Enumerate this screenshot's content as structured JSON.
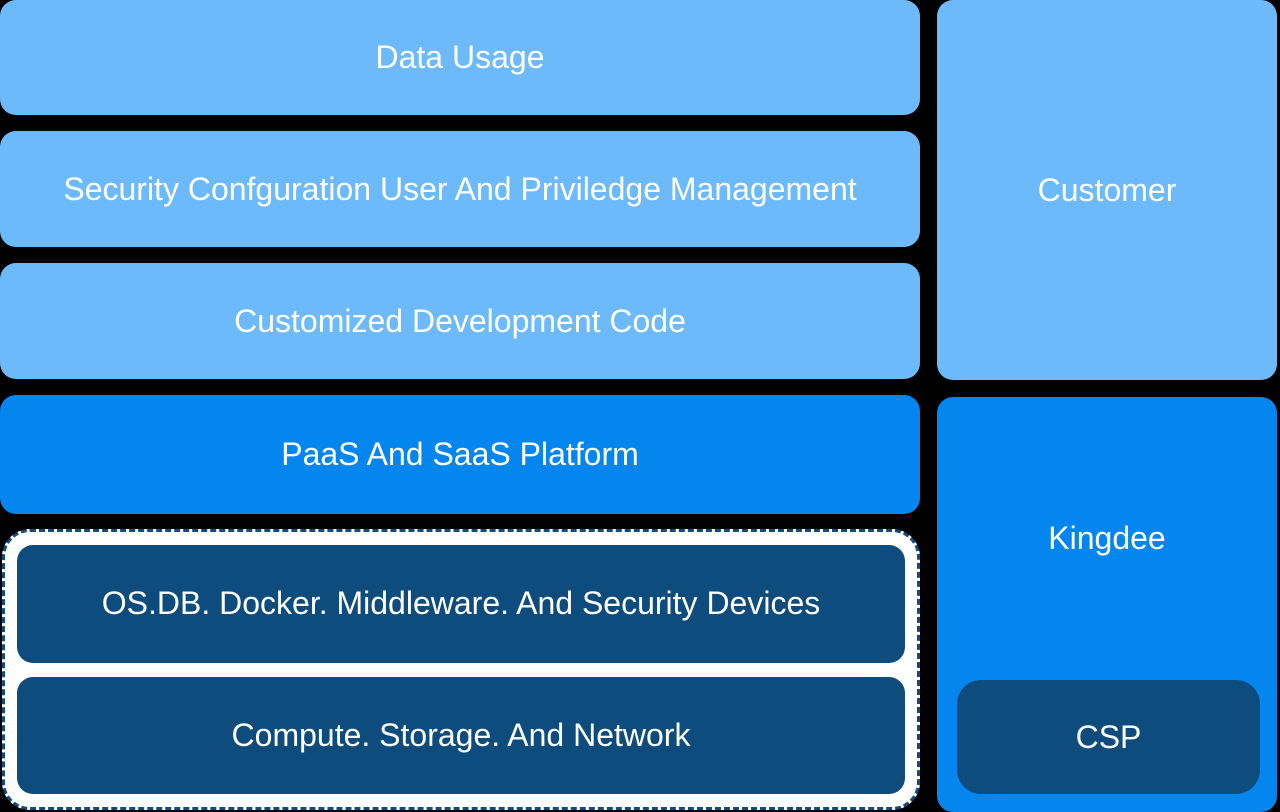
{
  "colors": {
    "background": "#000000",
    "light_blue": "#6CBAFA",
    "medium_blue": "#0585EE",
    "dark_navy": "#0E4C7E",
    "dashed_border": "#134B7E",
    "group_background": "#FFFFFF",
    "text": "#FFFFFF"
  },
  "diagram": {
    "left_column": {
      "rows": [
        {
          "label": "Data Usage",
          "tone": "light"
        },
        {
          "label": "Security Confguration User And Priviledge Management",
          "tone": "light"
        },
        {
          "label": "Customized Development Code",
          "tone": "light"
        },
        {
          "label": "PaaS And SaaS Platform",
          "tone": "medium"
        }
      ],
      "infrastructure_group": {
        "rows": [
          {
            "label": "OS.DB. Docker. Middleware. And Security Devices"
          },
          {
            "label": "Compute. Storage. And Network"
          }
        ]
      }
    },
    "right_column": {
      "customer_label": "Customer",
      "kingdee_label": "Kingdee",
      "csp_label": "CSP"
    }
  }
}
